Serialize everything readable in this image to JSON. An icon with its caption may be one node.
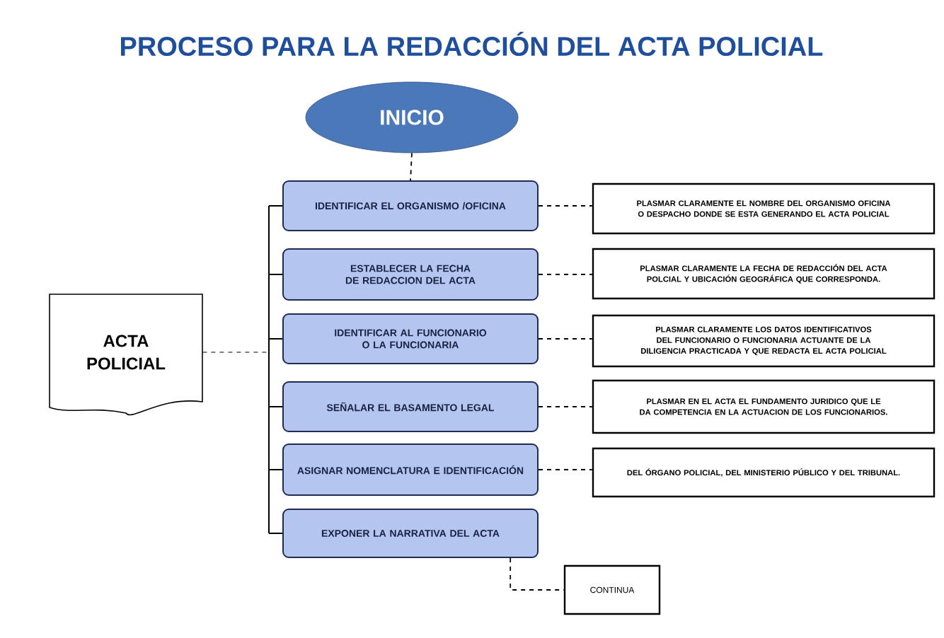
{
  "diagram": {
    "title": "PROCESO PARA LA REDACCIÓN DEL ACTA POLICIAL",
    "nodes": [
      {
        "text": [
          "INICIO"
        ]
      },
      {
        "text": [
          "ACTA POLICIAL"
        ]
      },
      {
        "text": [
          "IDENTIFICAR EL ORGANISMO /OFICINA"
        ]
      },
      {
        "text": [
          "ESTABLECER LA FECHA DE REDACCION DEL ACTA"
        ]
      },
      {
        "text": [
          "IDENTIFICAR AL FUNCIONARIO O LA FUNCIONARIA"
        ]
      },
      {
        "text": [
          "SEÑALAR EL BASAMENTO LEGAL"
        ]
      },
      {
        "text": [
          "ASIGNAR NOMENCLATURA E IDENTIFICACIÓN"
        ]
      },
      {
        "text": [
          "EXPONER LA NARRATIVA DEL ACTA"
        ]
      },
      {
        "text": [
          "PLASMAR CLARAMENTE EL NOMBRE DEL ORGANISMO OFICINA O DESPACHO DONDE SE ESTA GENERANDO EL ACTA POLICIAL"
        ]
      },
      {
        "text": [
          "PLASMAR CLARAMENTE LA FECHA DE REDACCIÓN DEL ACTA POLCIAL Y UBICACIÓN GEOGRÁFICA QUE CORRESPONDA."
        ]
      },
      {
        "text": [
          "PLASMAR CLARAMENTE LOS DATOS IDENTIFICATIVOS DEL FUNCIONARIO O FUNCIONARIA ACTUANTE DE LA DILIGENCIA PRACTICADA Y QUE REDACTA EL ACTA POLICIAL"
        ]
      },
      {
        "text": [
          "PLASMAR EN EL ACTA EL FUNDAMENTO JURIDICO QUE LE DA COMPETENCIA EN LA ACTUACION DE LOS FUNCIONARIOS."
        ]
      },
      {
        "text": [
          "DEL ÓRGANO POLICIAL, DEL MINISTERIO PÚBLICO Y DEL TRIBUNAL."
        ]
      },
      {
        "text": [
          "CONTINUA"
        ]
      }
    ],
    "edges": [
      {
        "from": 0,
        "to": 2,
        "arrow": "none",
        "style": "dashed"
      },
      {
        "from": 1,
        "to": 2,
        "arrow": "none"
      },
      {
        "from": 1,
        "to": 3,
        "arrow": "none"
      },
      {
        "from": 1,
        "to": 4,
        "arrow": "none"
      },
      {
        "from": 1,
        "to": 5,
        "arrow": "none"
      },
      {
        "from": 1,
        "to": 6,
        "arrow": "none"
      },
      {
        "from": 1,
        "to": 7,
        "arrow": "none"
      },
      {
        "from": 2,
        "to": 8,
        "arrow": "none",
        "style": "dashed"
      },
      {
        "from": 3,
        "to": 9,
        "arrow": "none",
        "style": "dashed"
      },
      {
        "from": 4,
        "to": 10,
        "arrow": "none",
        "style": "dashed"
      },
      {
        "from": 5,
        "to": 11,
        "arrow": "none",
        "style": "dashed"
      },
      {
        "from": 6,
        "to": 12,
        "arrow": "none",
        "style": "dashed"
      },
      {
        "from": 7,
        "to": 13,
        "arrow": "none",
        "style": "dashed"
      }
    ]
  }
}
